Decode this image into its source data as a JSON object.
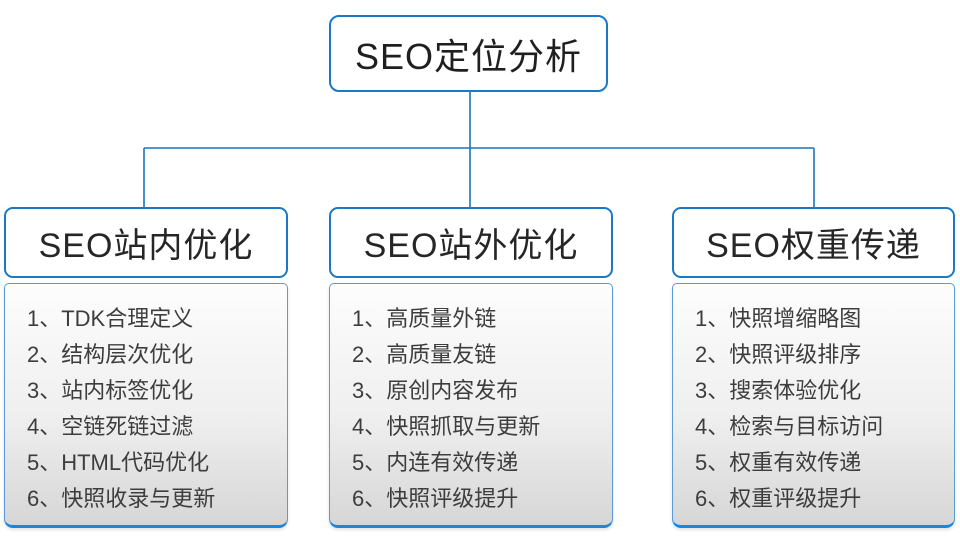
{
  "accent_color": "#1d78c4",
  "list_bottom_border_color": "#1787e0",
  "root": {
    "title": "SEO定位分析"
  },
  "columns": [
    {
      "title": "SEO站内优化",
      "items": [
        "1、TDK合理定义",
        "2、结构层次优化",
        "3、站内标签优化",
        "4、空链死链过滤",
        "5、HTML代码优化",
        "6、快照收录与更新"
      ]
    },
    {
      "title": "SEO站外优化",
      "items": [
        "1、高质量外链",
        "2、高质量友链",
        "3、原创内容发布",
        "4、快照抓取与更新",
        "5、内连有效传递",
        "6、快照评级提升"
      ]
    },
    {
      "title": "SEO权重传递",
      "items": [
        "1、快照增缩略图",
        "2、快照评级排序",
        "3、搜索体验优化",
        "4、检索与目标访问",
        "5、权重有效传递",
        "6、权重评级提升"
      ]
    }
  ]
}
